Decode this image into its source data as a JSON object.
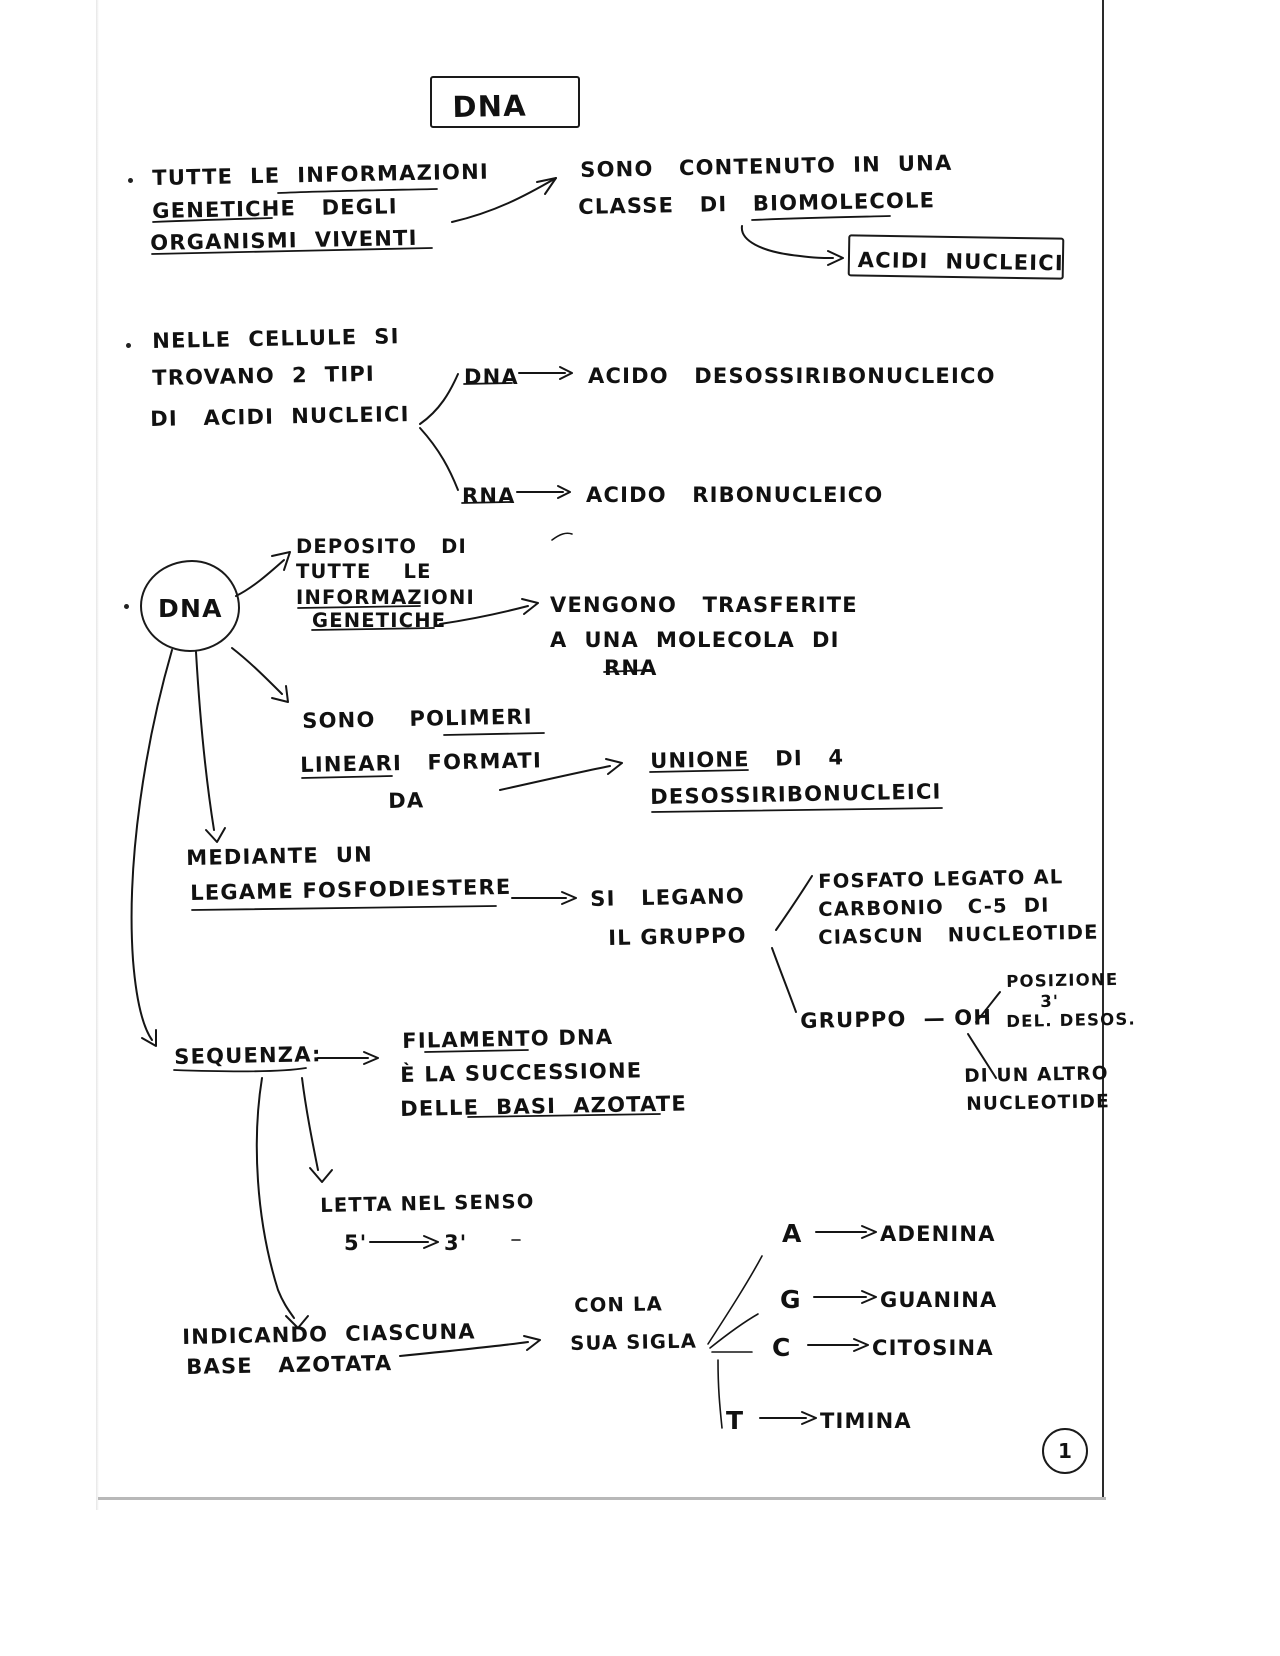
{
  "document": {
    "title": "DNA",
    "page_number": "1",
    "language": "Italian",
    "ink_color": "#151515",
    "paper_color": "#ffffff"
  },
  "nodes": {
    "title_box": "DNA",
    "b1_line1": "TUTTE  LE  INFORMAZIONI",
    "b1_line2": "GENETICHE   DEGLI",
    "b1_line3": "ORGANISMI  VIVENTI",
    "b1_target_line1": "SONO   CONTENUTO  IN  UNA",
    "b1_target_line2": "CLASSE   DI   BIOMOLECOLE",
    "acidi_nucleici_box": "ACIDI  NUCLEICI",
    "b2_line1": "NELLE  CELLULE  SI",
    "b2_line2": "TROVANO  2  TIPI",
    "b2_line3": "DI   ACIDI  NUCLEICI",
    "dna_label": "DNA",
    "dna_arrow": "—→",
    "dna_expansion": "ACIDO   DESOSSIRIBONUCLEICO",
    "rna_label": "RNA",
    "rna_arrow": "—→",
    "rna_expansion": "ACIDO   RIBONUCLEICO",
    "dna_circle": "DNA",
    "deposito_l1": "DEPOSITO   DI",
    "deposito_l2": "TUTTE    LE",
    "deposito_l3": "INFORMAZIONI",
    "deposito_l4": "GENETICHE",
    "trasferite_l1": "VENGONO   TRASFERITE",
    "trasferite_l2": "A  UNA  MOLECOLA  DI",
    "trasferite_l3": "RNA",
    "polimeri_l1": "SONO    POLIMERI",
    "polimeri_l2": "LINEARI   FORMATI",
    "polimeri_l3": "DA",
    "unione_l1": "UNIONE   DI   4",
    "unione_l2": "DESOSSIRIBONUCLEICI",
    "mediante_l1": "MEDIANTE  UN",
    "mediante_l2": "LEGAME FOSFODIESTERE",
    "silegano_l1": "SI   LEGANO",
    "silegano_l2": "IL GRUPPO",
    "fosfato_l1": "FOSFATO LEGATO AL",
    "fosfato_l2": "CARBONIO   C-5  DI",
    "fosfato_l3": "CIASCUN   NUCLEOTIDE",
    "gruppo_oh": "GRUPPO  — OH",
    "posizione_l1": "POSIZIONE",
    "posizione_l2": "3'",
    "posizione_l3": "DEL. DESOS.",
    "altro_l1": "DI UN ALTRO",
    "altro_l2": "NUCLEOTIDE",
    "sequenza": "SEQUENZA:",
    "filamento_l1": "FILAMENTO DNA",
    "filamento_l2": "È LA SUCCESSIONE",
    "filamento_l3": "DELLE  BASI  AZOTATE",
    "letta_l1": "LETTA NEL SENSO",
    "letta_l2": "5'",
    "letta_arrow": "——→",
    "letta_l3": "3'",
    "indicando_l1": "INDICANDO  CIASCUNA",
    "indicando_l2": "BASE   AZOTATA",
    "conla_l1": "CON LA",
    "conla_l2": "SUA SIGLA"
  },
  "bases": [
    {
      "symbol": "A",
      "arrow": "—→",
      "name": "ADENINA"
    },
    {
      "symbol": "G",
      "arrow": "—→",
      "name": "GUANINA"
    },
    {
      "symbol": "C",
      "arrow": "—→",
      "name": "CITOSINA"
    },
    {
      "symbol": "T",
      "arrow": "—→",
      "name": "TIMINA"
    }
  ]
}
